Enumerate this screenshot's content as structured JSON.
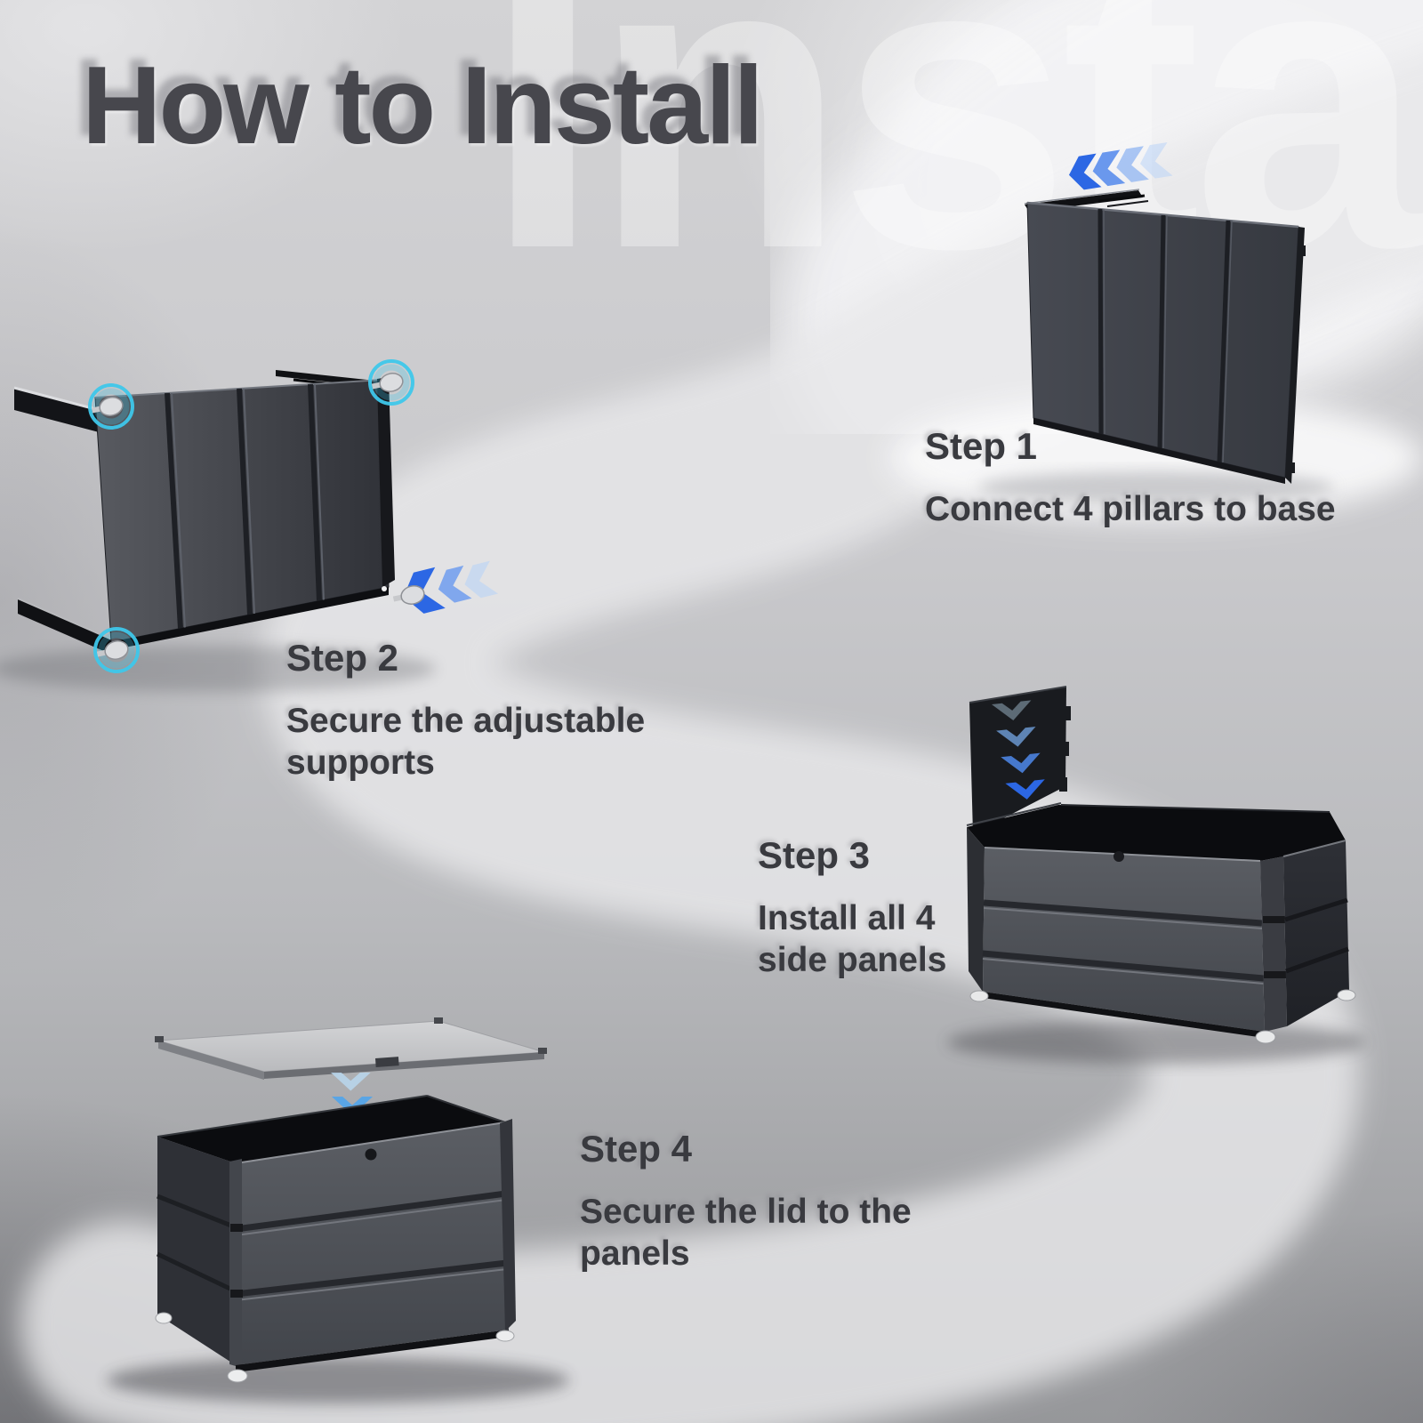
{
  "title": "How to Install",
  "watermark_text": "Install",
  "colors": {
    "accent_blue": "#2c67e4",
    "accent_blue_mid": "#5f9fe8",
    "accent_blue_light": "#b9d4f7",
    "highlight_cyan": "#3ec7ea",
    "title_color": "#47474d",
    "step_text_color": "#393a3f",
    "product_dark": "#34373d",
    "lid_light": "#c7c8cb"
  },
  "icons": {
    "step1_arrows": "chevron-left-quad-icon",
    "step2_arrows": "chevron-left-triple-icon",
    "step3_arrows": "chevron-down-quad-icon",
    "step4_arrows": "chevron-down-triple-icon",
    "foot_highlight": "cyan-ring-icon",
    "lock": "keyhole-icon"
  },
  "steps": [
    {
      "label": "Step 1",
      "description": "Connect 4 pillars to base"
    },
    {
      "label": "Step 2",
      "description": "Secure the adjustable supports"
    },
    {
      "label": "Step 3",
      "description": "Install all 4 side panels"
    },
    {
      "label": "Step 4",
      "description": "Secure the lid to the panels"
    }
  ]
}
